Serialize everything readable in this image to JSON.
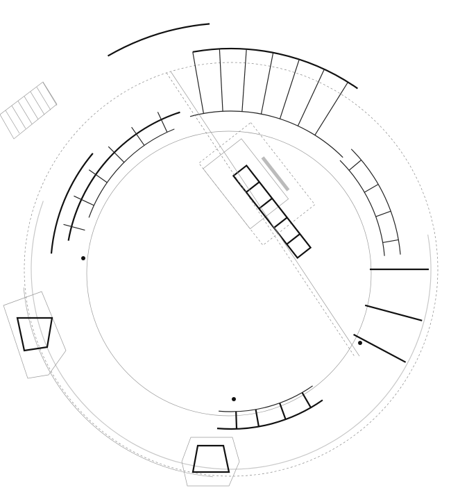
{
  "diagram": {
    "kind": "circular building floor plan",
    "colors": {
      "wall": "#111111",
      "thin_line": "#9a9a9a",
      "ring": "#c8c8c8",
      "background": "#ffffff"
    },
    "icons": [
      "column-dot",
      "stair",
      "door-swing"
    ]
  }
}
